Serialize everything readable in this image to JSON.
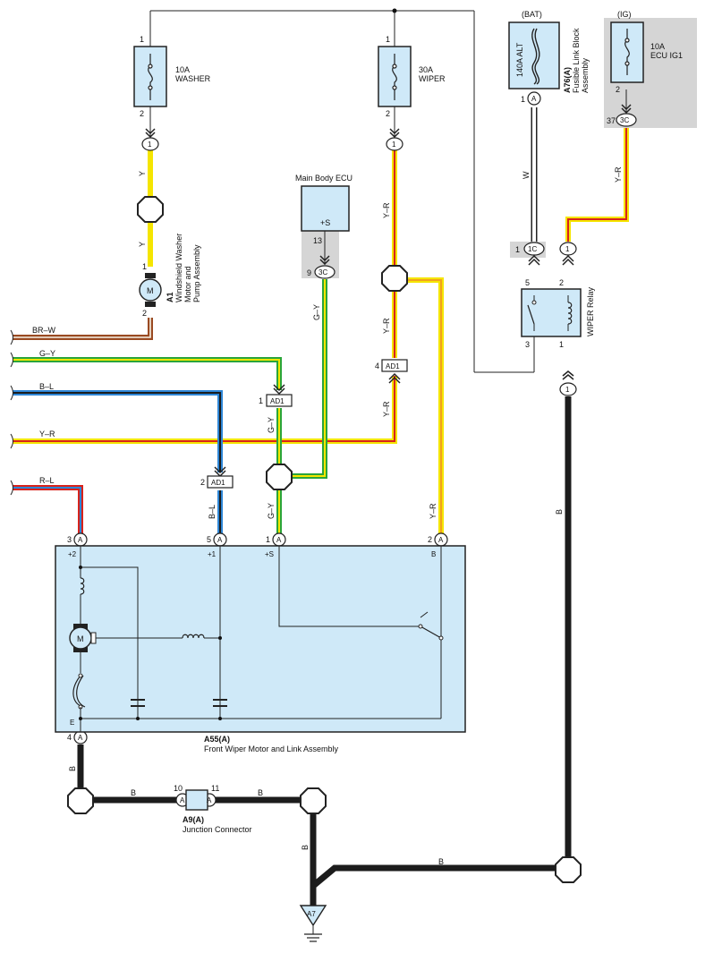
{
  "fuses": {
    "washer": {
      "amp": "10A",
      "name": "WASHER",
      "pin_top": "1",
      "pin_bot": "2"
    },
    "wiper": {
      "amp": "30A",
      "name": "WIPER",
      "pin_top": "1",
      "pin_bot": "2"
    },
    "alt": {
      "header": "(BAT)",
      "amp": "140A ALT",
      "pin": "1"
    },
    "ig": {
      "header": "(IG)",
      "amp": "10A",
      "name": "ECU IG1",
      "pin": "2"
    }
  },
  "fusible_link": {
    "code": "A76(A)",
    "line1": "Fusible Link Block",
    "line2": "Assembly"
  },
  "connectors": {
    "c_one": "1",
    "c_a": "A",
    "c_1c": "1C",
    "c_3c": "3C",
    "c_ad1": "AD1",
    "pin_37": "37",
    "pin_13": "13",
    "pin_9": "9",
    "pin_1": "1",
    "pin_2": "2",
    "pin_3": "3",
    "pin_4": "4",
    "pin_5": "5"
  },
  "main_body_ecu": {
    "title": "Main Body ECU",
    "terminal": "+S"
  },
  "washer_motor": {
    "code": "A1",
    "line1": "Windshield Washer",
    "line2": "Motor and",
    "line3": "Pump Assembly",
    "symbol": "M"
  },
  "relay": {
    "name": "WIPER Relay"
  },
  "wire_colors": {
    "y": "Y",
    "y_r": "Y–R",
    "g_y": "G–Y",
    "br_w": "BR–W",
    "b_l": "B–L",
    "r_l": "R–L",
    "w": "W",
    "b": "B"
  },
  "wiper_motor": {
    "code": "A55(A)",
    "name": "Front Wiper Motor and Link Assembly",
    "t_plus2": "+2",
    "t_plus1": "+1",
    "t_plus_s": "+S",
    "t_b": "B",
    "t_e": "E",
    "symbol": "M",
    "pin3": "3",
    "pin5": "5",
    "pin1": "1",
    "pin2": "2",
    "pin4": "4"
  },
  "junction": {
    "code": "A9(A)",
    "name": "Junction Connector",
    "pin_in": "10",
    "pin_out": "11"
  },
  "ground": {
    "code": "A7"
  },
  "colors": {
    "yellow": "#f5e500",
    "red": "#d8231c",
    "orange": "#f1a21d",
    "green": "#2aa53a",
    "brown": "#9a4a22",
    "blue": "#2e86d6",
    "black": "#1c1c1c",
    "block": "#cfe9f8",
    "gray": "#d5d5d5"
  }
}
